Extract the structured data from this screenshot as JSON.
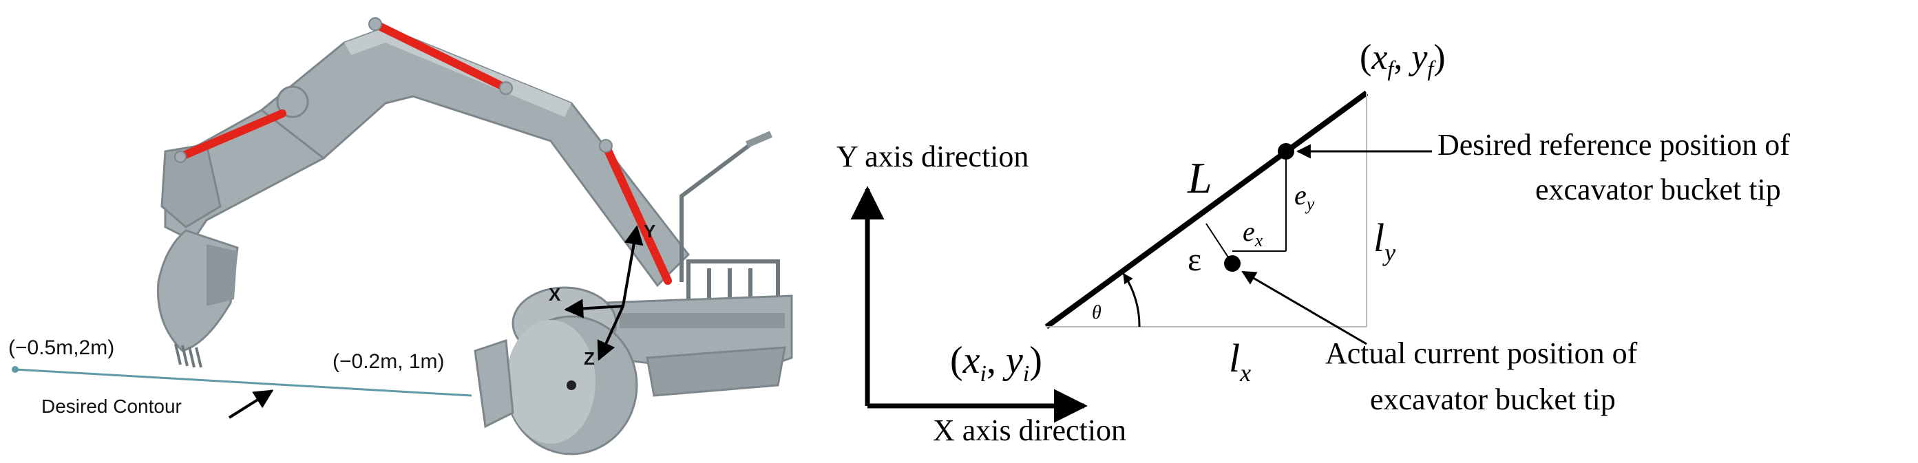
{
  "left_panel": {
    "contour_start_label": "(−0.5m,2m)",
    "contour_end_label": "(−0.2m, 1m)",
    "contour_label": "Desired Contour",
    "axis_y_label": "Y",
    "axis_x_label": "X",
    "axis_z_label": "Z",
    "colors": {
      "body": "#a4adb1",
      "body_dark": "#7d878b",
      "cylinder": "#e4231b"
    }
  },
  "right_panel": {
    "y_axis_label": "Y axis direction",
    "x_axis_label": "X axis direction",
    "end_point": {
      "x": "x",
      "xs": "f",
      "y": "y",
      "ys": "f"
    },
    "start_point": {
      "x": "x",
      "xs": "i",
      "y": "y",
      "ys": "i"
    },
    "line_label": "L",
    "epsilon_label": "ε",
    "theta_label": "θ",
    "ex": {
      "base": "e",
      "sub": "x"
    },
    "ey": {
      "base": "e",
      "sub": "y"
    },
    "lx": {
      "base": "l",
      "sub": "x"
    },
    "ly": {
      "base": "l",
      "sub": "y"
    },
    "desired_label": [
      "Desired reference position of",
      "excavator bucket tip"
    ],
    "actual_label": [
      "Actual current position of",
      "excavator bucket tip"
    ]
  }
}
